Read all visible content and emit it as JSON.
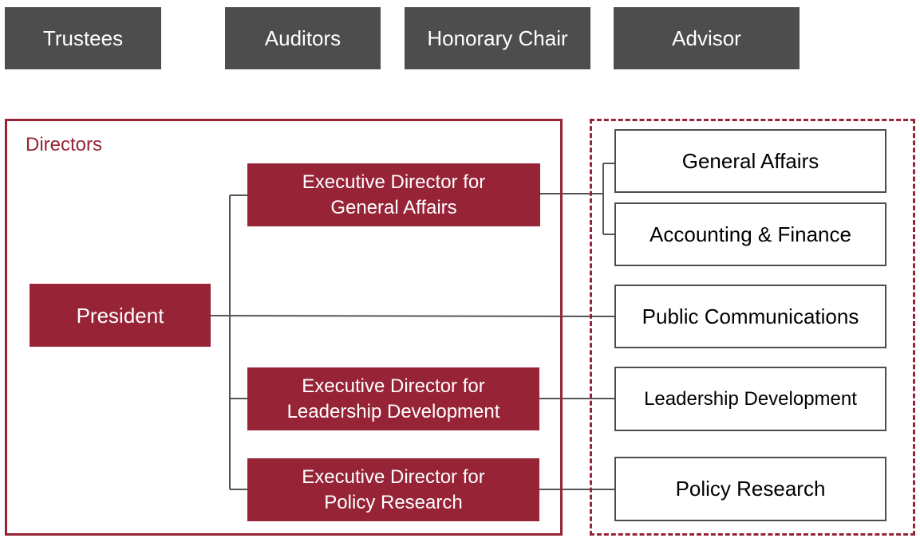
{
  "top_roles": [
    {
      "label": "Trustees"
    },
    {
      "label": "Auditors"
    },
    {
      "label": "Honorary Chair"
    },
    {
      "label": "Advisor"
    }
  ],
  "directors": {
    "label": "Directors",
    "president": "President",
    "executives": [
      {
        "line1": "Executive Director for",
        "line2": "General Affairs"
      },
      {
        "line1": "Executive Director for",
        "line2": "Leadership Development"
      },
      {
        "line1": "Executive Director for",
        "line2": "Policy Research"
      }
    ]
  },
  "departments": [
    {
      "label": "General Affairs"
    },
    {
      "label": "Accounting & Finance"
    },
    {
      "label": "Public Communications"
    },
    {
      "label": "Leadership Development"
    },
    {
      "label": "Policy Research"
    }
  ],
  "colors": {
    "accent": "#962336",
    "top_box": "#4d4d4d",
    "connector": "#555555"
  }
}
